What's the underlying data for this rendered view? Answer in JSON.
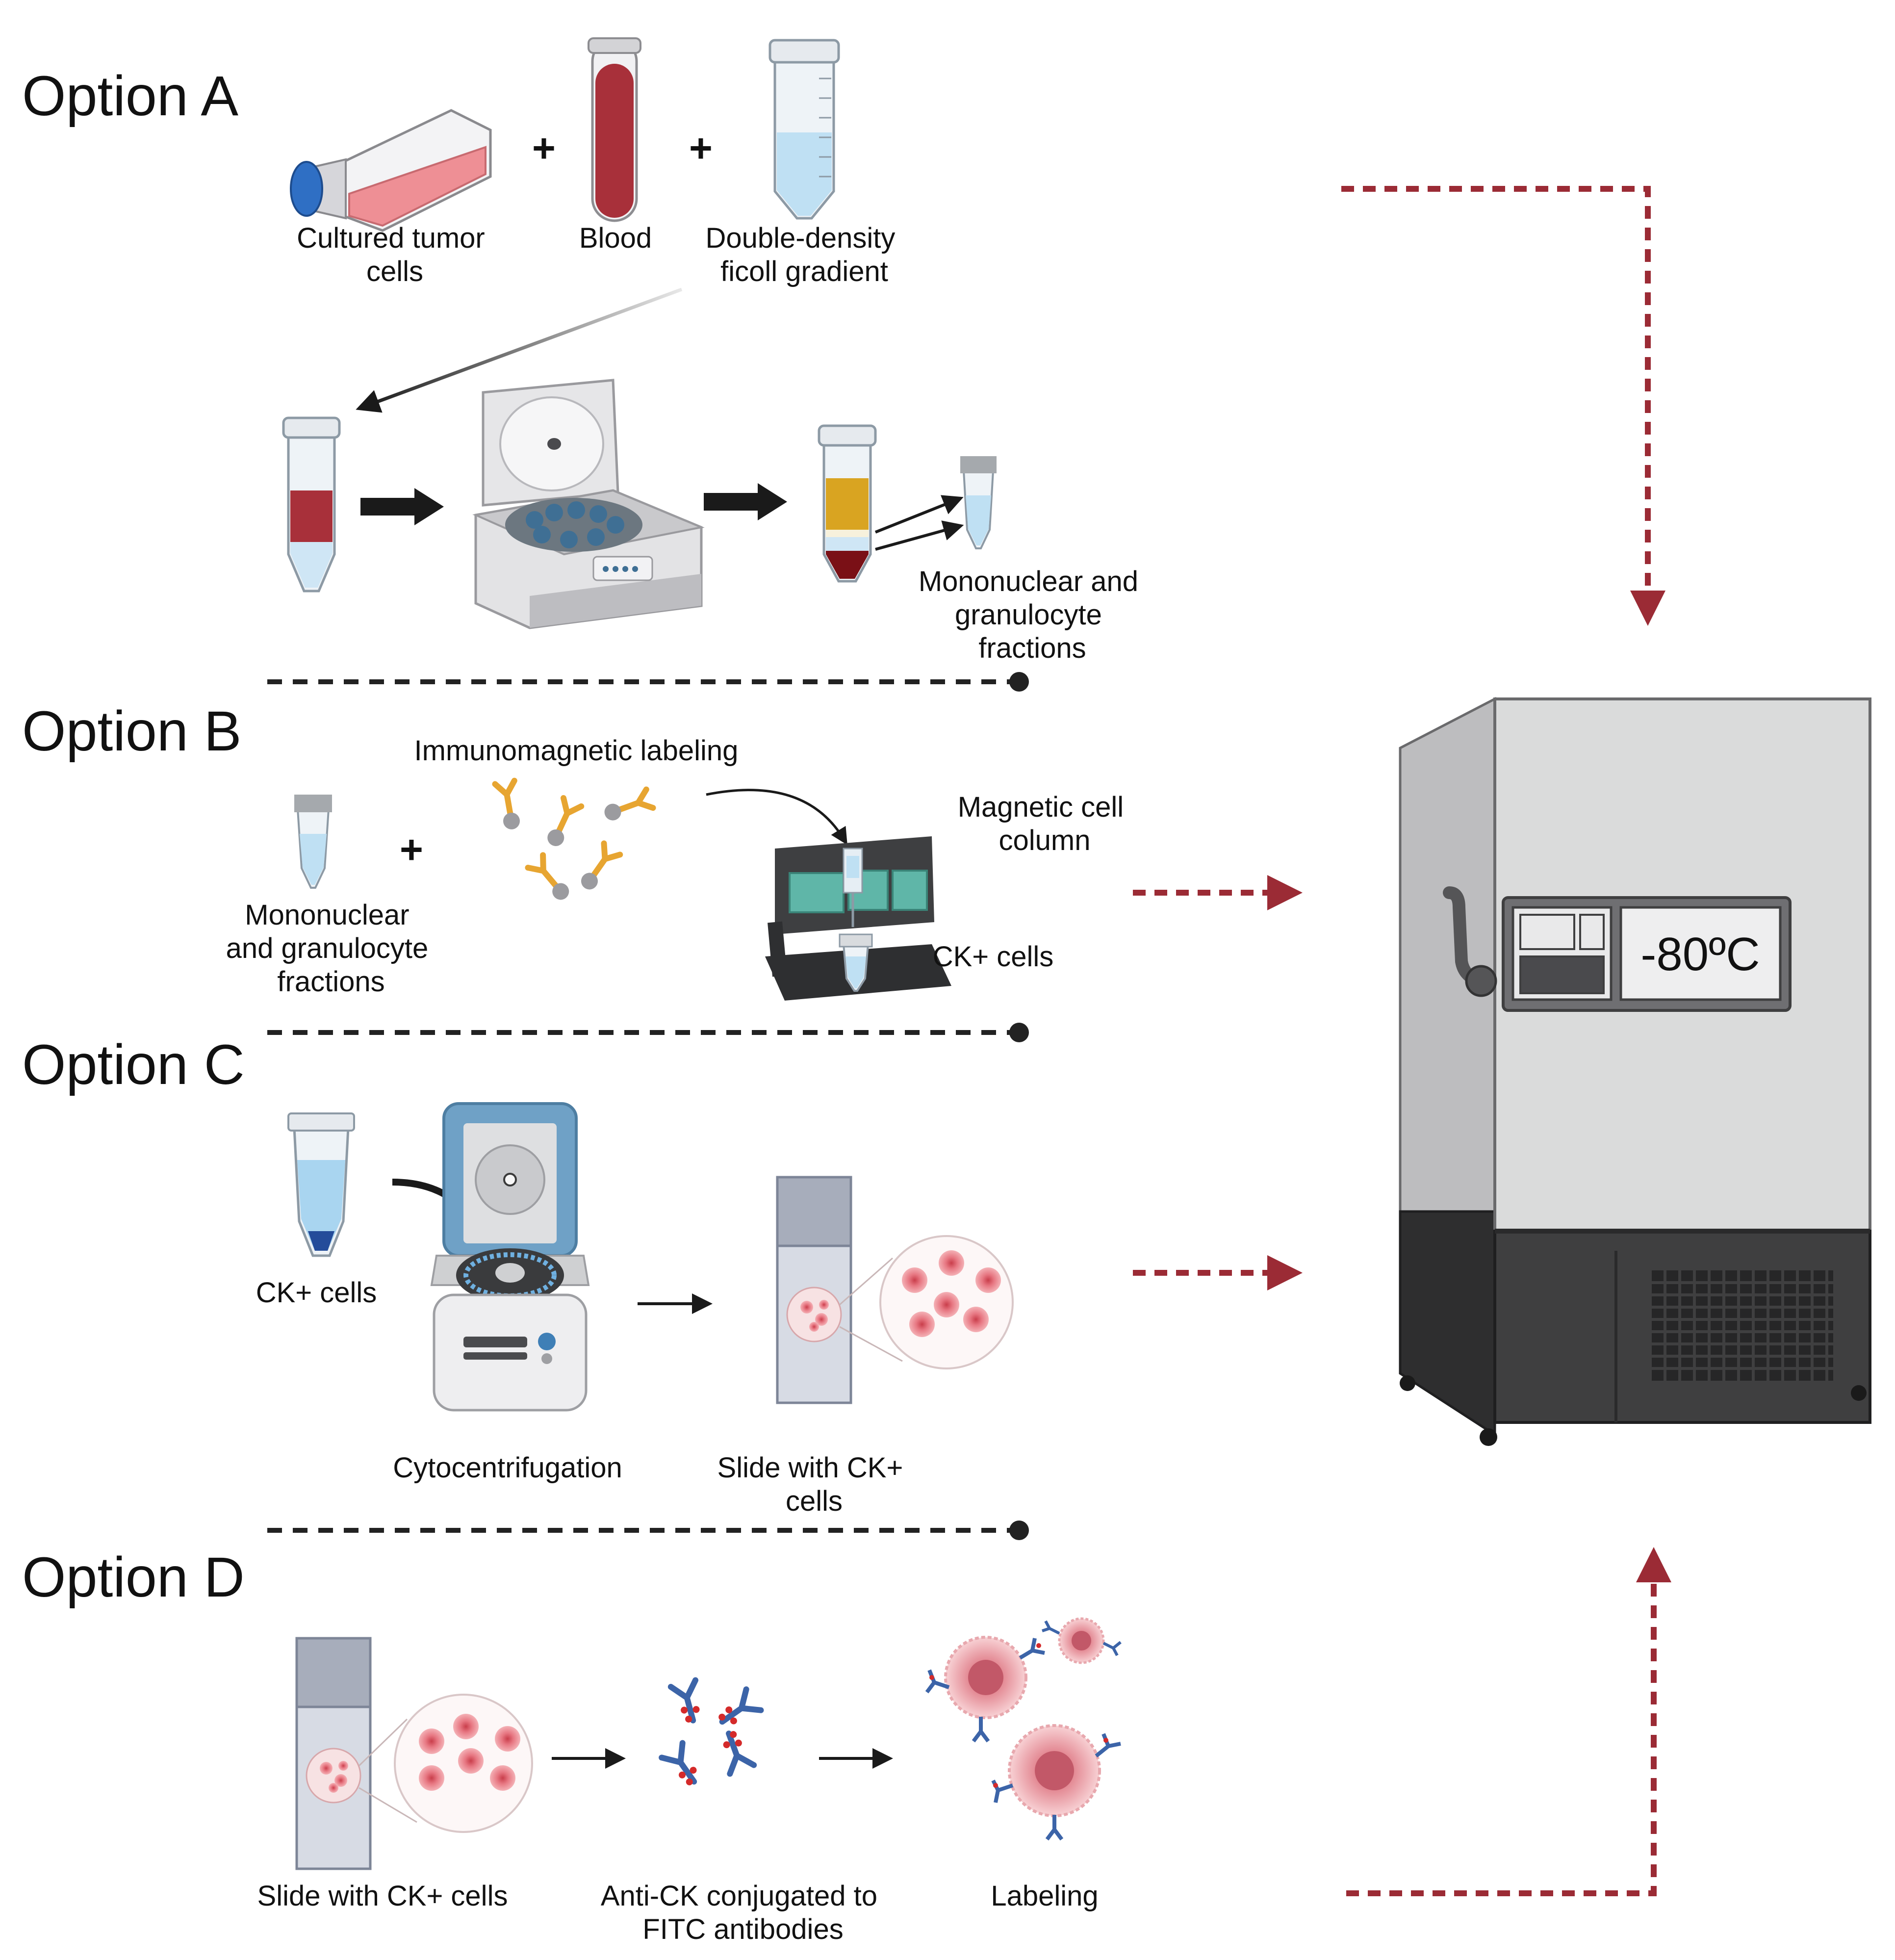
{
  "options": {
    "a": {
      "heading": "Option A"
    },
    "b": {
      "heading": "Option B"
    },
    "c": {
      "heading": "Option C"
    },
    "d": {
      "heading": "Option D"
    }
  },
  "labels": {
    "cultured_tumor_cells": [
      "Cultured tumor",
      "cells"
    ],
    "blood": [
      "Blood"
    ],
    "ficoll_gradient": [
      "Double-density",
      "ficoll gradient"
    ],
    "fractions_a": [
      "Mononuclear and",
      "granulocyte",
      "fractions"
    ],
    "immunomagnetic": [
      "Immunomagnetic labeling"
    ],
    "magnetic_column": [
      "Magnetic cell",
      "column"
    ],
    "fractions_b": [
      "Mononuclear",
      "and granulocyte",
      "fractions"
    ],
    "ck_cells_b": [
      "CK+ cells"
    ],
    "ck_cells_c": [
      "CK+ cells"
    ],
    "cytocentrifugation": [
      "Cytocentrifugation"
    ],
    "slide_c": [
      "Slide with CK+",
      "cells"
    ],
    "slide_d": [
      "Slide with CK+ cells"
    ],
    "anti_ck": [
      "Anti-CK conjugated to",
      "FITC antibodies"
    ],
    "labeling": [
      "Labeling"
    ]
  },
  "plus_sign": "+",
  "freezer": {
    "display": "-80ºC"
  },
  "icons": [
    "culture-flask-icon",
    "blood-tube-icon",
    "ficoll-tube-icon",
    "centrifuge-icon",
    "separated-tube-icon",
    "microtube-icon",
    "antibody-bead-icon",
    "magnetic-column-icon",
    "cytocentrifuge-icon",
    "slide-icon",
    "cell-icon",
    "antibody-icon",
    "labeled-cell-icon",
    "freezer-icon",
    "thermometer-display-icon"
  ],
  "colors": {
    "flow_arrow": "#9b2b35",
    "divider": "#222222",
    "blood": "#a8303a",
    "tumor": "#e98a8f",
    "ficoll": "#bfe0f3",
    "antibody": "#e7a531",
    "fitc_antibody": "#3c64a8",
    "fluorophore": "#d42a2a",
    "freezer_body": "#dadbdb",
    "freezer_base": "#3f3f40"
  }
}
